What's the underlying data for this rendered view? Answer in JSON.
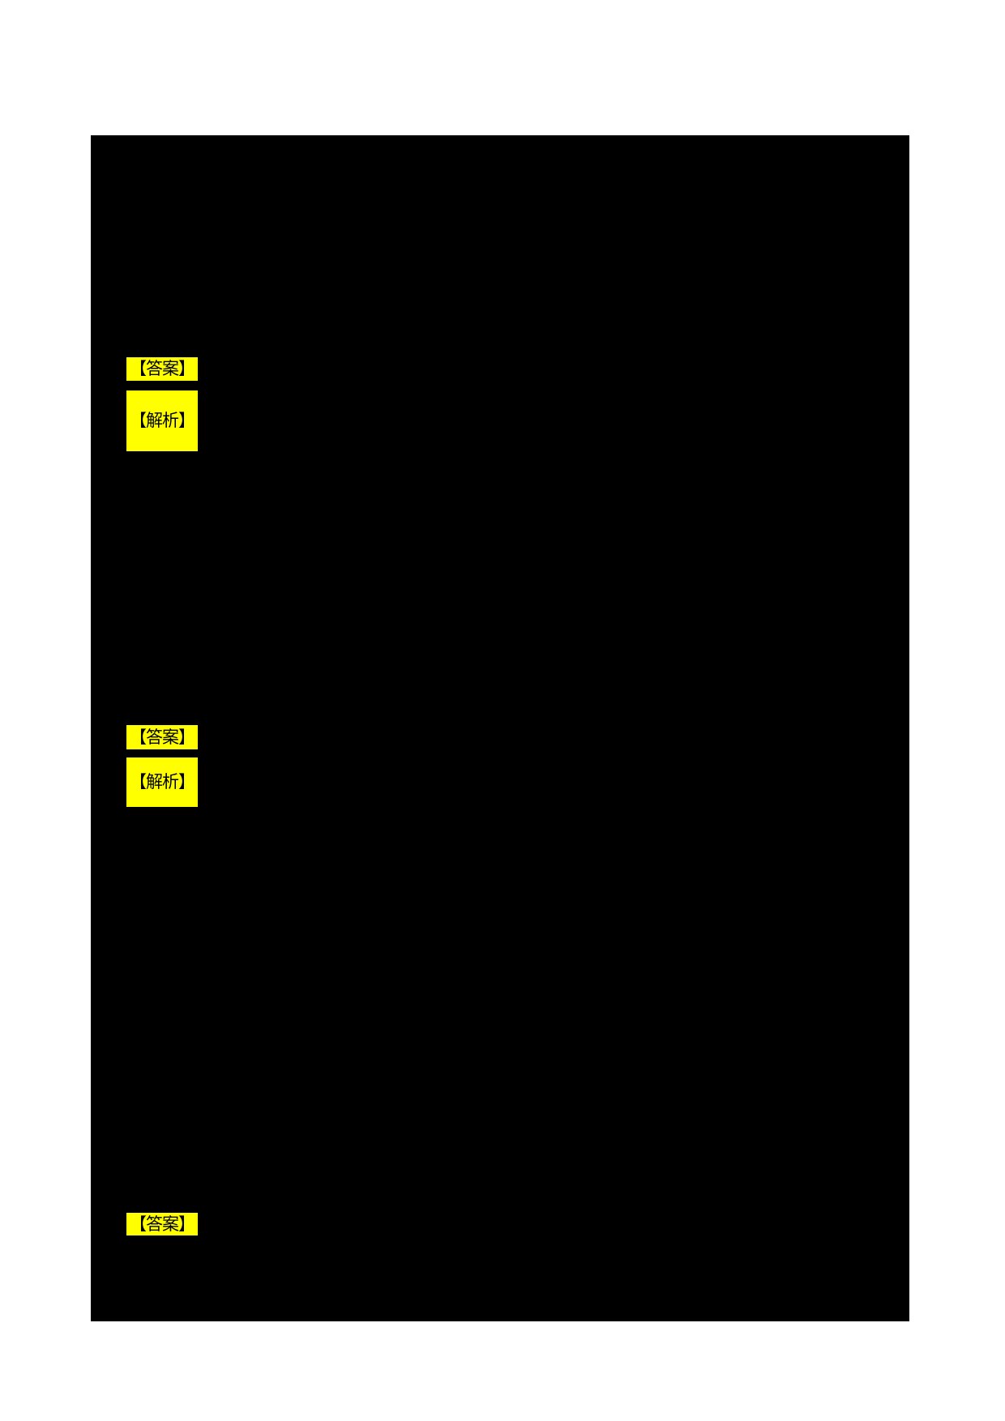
{
  "document": {
    "background_color": "#ffffff",
    "redaction_color": "#000000",
    "highlight_color": "#ffff00",
    "sections": [
      {
        "answer_label": "【答案】",
        "analysis_label": "【解析】"
      },
      {
        "answer_label": "【答案】",
        "analysis_label": "【解析】"
      },
      {
        "answer_label": "【答案】"
      }
    ]
  }
}
